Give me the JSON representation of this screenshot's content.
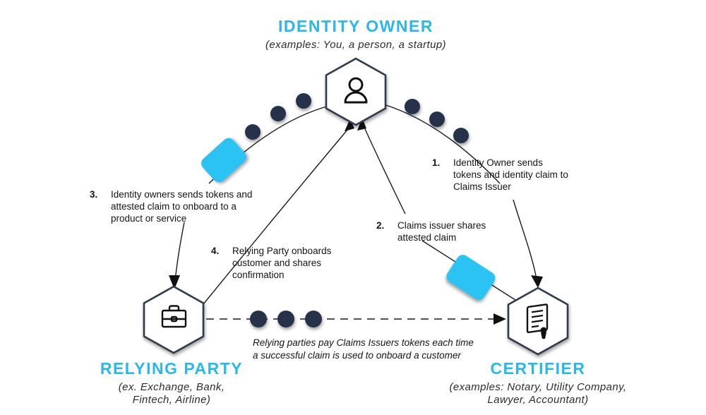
{
  "colors": {
    "accent_cyan": "#29b8ec",
    "token_cyan": "#2cc3f3",
    "node_border": "#2e3a4e",
    "dot_fill": "#253048",
    "line": "#1a1a1a"
  },
  "nodes": {
    "identity_owner": {
      "title": "IDENTITY OWNER",
      "subtitle": "(examples: You, a person, a startup)",
      "icon": "person-icon"
    },
    "relying_party": {
      "title": "RELYING PARTY",
      "subtitle": "(ex. Exchange, Bank, Fintech, Airline)",
      "icon": "briefcase-icon"
    },
    "certifier": {
      "title": "CERTIFIER",
      "subtitle": "(examples: Notary, Utility Company, Lawyer, Accountant)",
      "icon": "certificate-icon"
    }
  },
  "steps": [
    {
      "number": "1.",
      "text": "Identity Owner sends tokens and identity claim to Claims Issuer"
    },
    {
      "number": "2.",
      "text": "Claims issuer shares attested claim"
    },
    {
      "number": "3.",
      "text": "Identity owners sends tokens and attested claim to onboard to a product or service"
    },
    {
      "number": "4.",
      "text": "Relying Party onboards customer and shares confirmation"
    }
  ],
  "footnote": "Relying parties pay Claims Issuers tokens each time a successful claim is used to onboard a customer"
}
